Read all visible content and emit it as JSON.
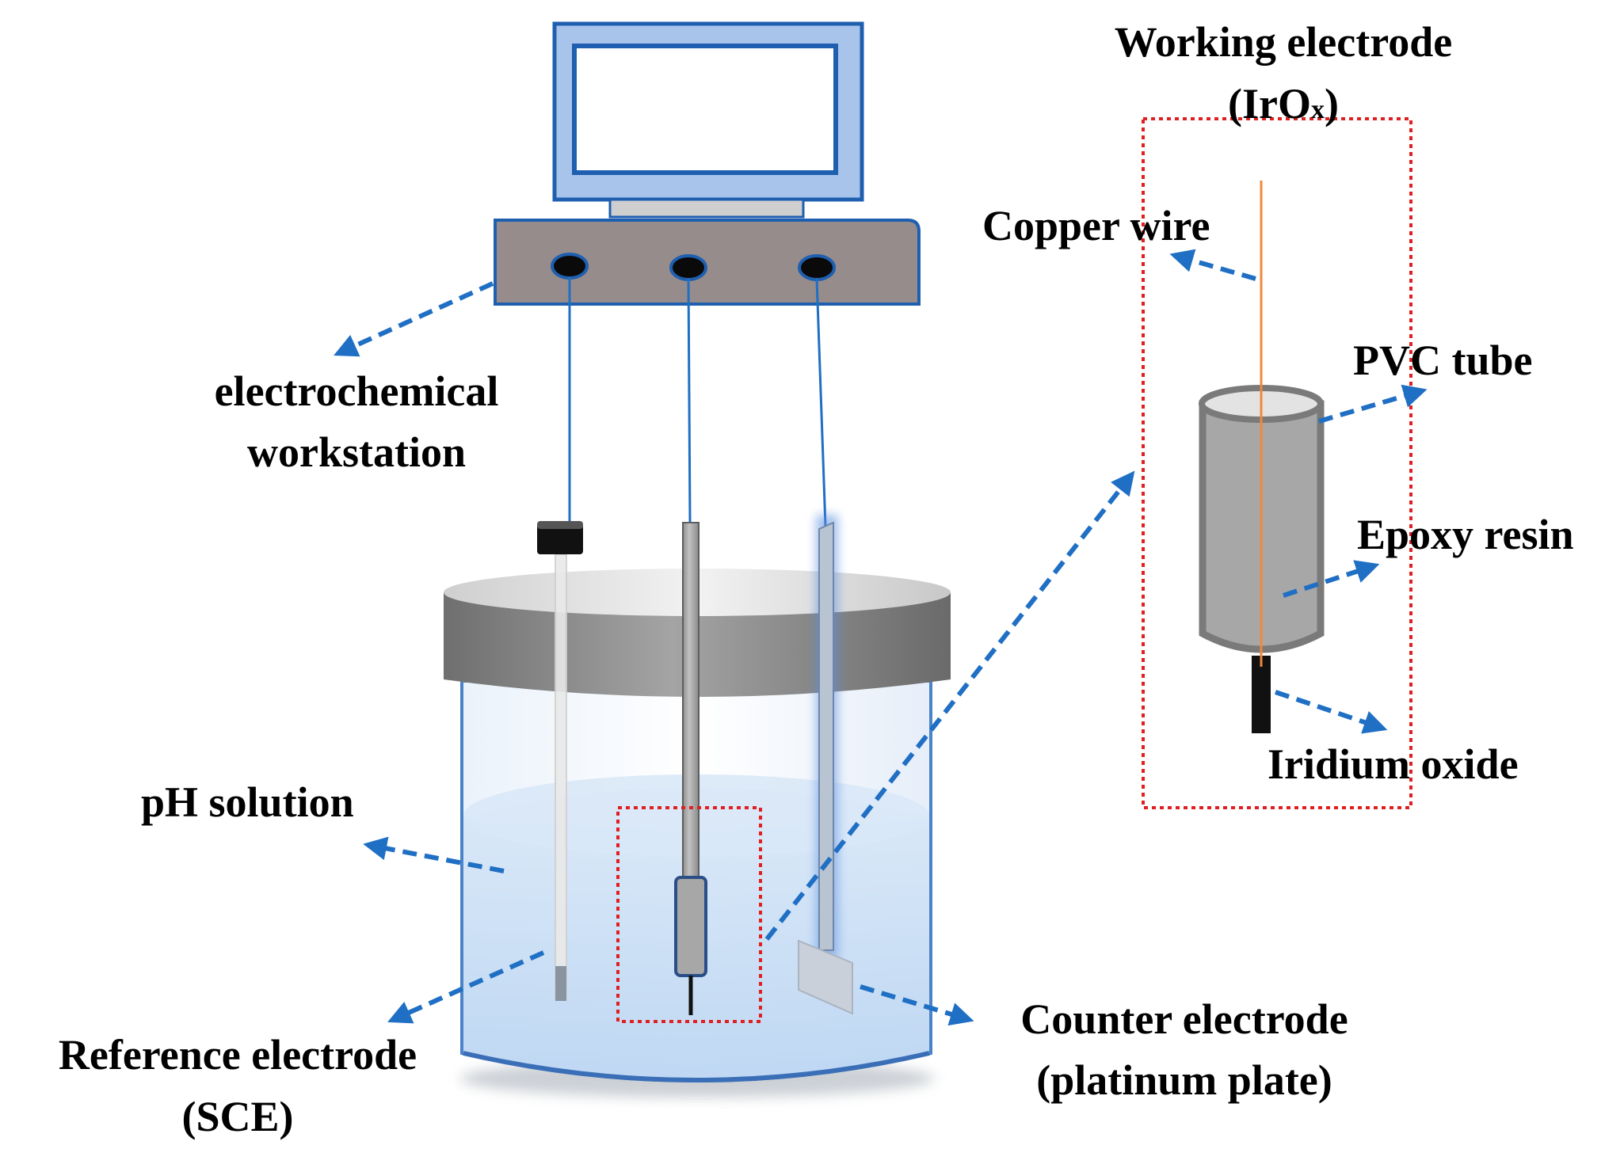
{
  "labels": {
    "workstation_line1": "electrochemical",
    "workstation_line2": "workstation",
    "working_electrode_line1": "Working electrode",
    "working_electrode_prefix": "(IrO",
    "working_electrode_sub": "x",
    "working_electrode_suffix": ")",
    "copper_wire": "Copper wire",
    "pvc_tube": "PVC tube",
    "epoxy_resin": "Epoxy resin",
    "iridium_oxide": "Iridium oxide",
    "ph_solution": "pH solution",
    "reference_line1": "Reference electrode",
    "reference_line2": "(SCE)",
    "counter_line1": "Counter electrode",
    "counter_line2": "(platinum plate)"
  },
  "colors": {
    "arrow": "#1f6fc4",
    "dotted_box": "#e02020",
    "copper_wire": "#f0883a",
    "monitor_frame": "#1f5fb0",
    "monitor_fill": "#a9c4ea",
    "workstation_body": "#968c8c",
    "lid": "#7d7d7d",
    "solution": "#c8ddf3",
    "tube_gray": "#a7a7a7"
  }
}
